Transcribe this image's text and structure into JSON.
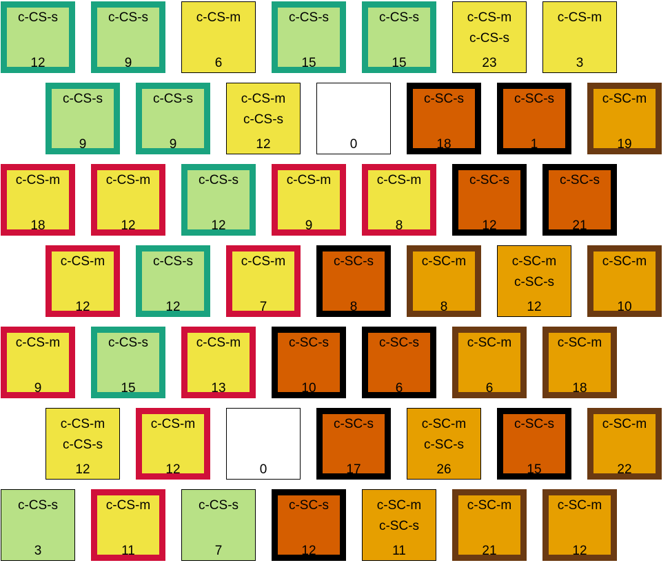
{
  "colors": {
    "fill": {
      "csS": "#b8e186",
      "csM": "#f0e442",
      "scS": "#d55e00",
      "scM": "#e69f00",
      "empty": "#ffffff"
    },
    "border": {
      "green": "#1aa37f",
      "red": "#d0103a",
      "black": "#000000",
      "brown": "#6b3a12",
      "thin": "#000000"
    }
  },
  "rows": [
    {
      "cells": [
        {
          "lines": [
            "c-CS-s"
          ],
          "value": "12",
          "fill": "csS",
          "border": "green"
        },
        {
          "lines": [
            "c-CS-s"
          ],
          "value": "9",
          "fill": "csS",
          "border": "green"
        },
        {
          "lines": [
            "c-CS-m"
          ],
          "value": "6",
          "fill": "csM",
          "border": "thin"
        },
        {
          "lines": [
            "c-CS-s"
          ],
          "value": "15",
          "fill": "csS",
          "border": "green"
        },
        {
          "lines": [
            "c-CS-s"
          ],
          "value": "15",
          "fill": "csS",
          "border": "green"
        },
        {
          "lines": [
            "c-CS-m",
            "c-CS-s"
          ],
          "value": "23",
          "fill": "csM",
          "border": "thin"
        },
        {
          "lines": [
            "c-CS-m"
          ],
          "value": "3",
          "fill": "csM",
          "border": "thin"
        }
      ]
    },
    {
      "cells": [
        {
          "lines": [
            "c-CS-s"
          ],
          "value": "9",
          "fill": "csS",
          "border": "green"
        },
        {
          "lines": [
            "c-CS-s"
          ],
          "value": "9",
          "fill": "csS",
          "border": "green"
        },
        {
          "lines": [
            "c-CS-m",
            "c-CS-s"
          ],
          "value": "12",
          "fill": "csM",
          "border": "thin"
        },
        {
          "lines": [],
          "value": "0",
          "fill": "empty",
          "border": "thin"
        },
        {
          "lines": [
            "c-SC-s"
          ],
          "value": "18",
          "fill": "scS",
          "border": "black"
        },
        {
          "lines": [
            "c-SC-s"
          ],
          "value": "1",
          "fill": "scS",
          "border": "black"
        },
        {
          "lines": [
            "c-SC-m"
          ],
          "value": "19",
          "fill": "scM",
          "border": "brown"
        }
      ]
    },
    {
      "cells": [
        {
          "lines": [
            "c-CS-m"
          ],
          "value": "18",
          "fill": "csM",
          "border": "red"
        },
        {
          "lines": [
            "c-CS-m"
          ],
          "value": "12",
          "fill": "csM",
          "border": "red"
        },
        {
          "lines": [
            "c-CS-s"
          ],
          "value": "12",
          "fill": "csS",
          "border": "green"
        },
        {
          "lines": [
            "c-CS-m"
          ],
          "value": "9",
          "fill": "csM",
          "border": "red"
        },
        {
          "lines": [
            "c-CS-m"
          ],
          "value": "8",
          "fill": "csM",
          "border": "red"
        },
        {
          "lines": [
            "c-SC-s"
          ],
          "value": "12",
          "fill": "scS",
          "border": "black"
        },
        {
          "lines": [
            "c-SC-s"
          ],
          "value": "21",
          "fill": "scS",
          "border": "black"
        }
      ]
    },
    {
      "cells": [
        {
          "lines": [
            "c-CS-m"
          ],
          "value": "12",
          "fill": "csM",
          "border": "red"
        },
        {
          "lines": [
            "c-CS-s"
          ],
          "value": "12",
          "fill": "csS",
          "border": "green"
        },
        {
          "lines": [
            "c-CS-m"
          ],
          "value": "7",
          "fill": "csM",
          "border": "red"
        },
        {
          "lines": [
            "c-SC-s"
          ],
          "value": "8",
          "fill": "scS",
          "border": "black"
        },
        {
          "lines": [
            "c-SC-m"
          ],
          "value": "8",
          "fill": "scM",
          "border": "brown"
        },
        {
          "lines": [
            "c-SC-m",
            "c-SC-s"
          ],
          "value": "12",
          "fill": "scM",
          "border": "thin"
        },
        {
          "lines": [
            "c-SC-m"
          ],
          "value": "10",
          "fill": "scM",
          "border": "brown"
        }
      ]
    },
    {
      "cells": [
        {
          "lines": [
            "c-CS-m"
          ],
          "value": "9",
          "fill": "csM",
          "border": "red"
        },
        {
          "lines": [
            "c-CS-s"
          ],
          "value": "15",
          "fill": "csS",
          "border": "green"
        },
        {
          "lines": [
            "c-CS-m"
          ],
          "value": "13",
          "fill": "csM",
          "border": "red"
        },
        {
          "lines": [
            "c-SC-s"
          ],
          "value": "10",
          "fill": "scS",
          "border": "black"
        },
        {
          "lines": [
            "c-SC-s"
          ],
          "value": "6",
          "fill": "scS",
          "border": "black"
        },
        {
          "lines": [
            "c-SC-m"
          ],
          "value": "6",
          "fill": "scM",
          "border": "brown"
        },
        {
          "lines": [
            "c-SC-m"
          ],
          "value": "18",
          "fill": "scM",
          "border": "brown"
        }
      ]
    },
    {
      "cells": [
        {
          "lines": [
            "c-CS-m",
            "c-CS-s"
          ],
          "value": "12",
          "fill": "csM",
          "border": "thin"
        },
        {
          "lines": [
            "c-CS-m"
          ],
          "value": "12",
          "fill": "csM",
          "border": "red"
        },
        {
          "lines": [],
          "value": "0",
          "fill": "empty",
          "border": "thin"
        },
        {
          "lines": [
            "c-SC-s"
          ],
          "value": "17",
          "fill": "scS",
          "border": "black"
        },
        {
          "lines": [
            "c-SC-m",
            "c-SC-s"
          ],
          "value": "26",
          "fill": "scM",
          "border": "thin"
        },
        {
          "lines": [
            "c-SC-s"
          ],
          "value": "15",
          "fill": "scS",
          "border": "black"
        },
        {
          "lines": [
            "c-SC-m"
          ],
          "value": "22",
          "fill": "scM",
          "border": "brown"
        }
      ]
    },
    {
      "cells": [
        {
          "lines": [
            "c-CS-s"
          ],
          "value": "3",
          "fill": "csS",
          "border": "thin"
        },
        {
          "lines": [
            "c-CS-m"
          ],
          "value": "11",
          "fill": "csM",
          "border": "red"
        },
        {
          "lines": [
            "c-CS-s"
          ],
          "value": "7",
          "fill": "csS",
          "border": "thin"
        },
        {
          "lines": [
            "c-SC-s"
          ],
          "value": "12",
          "fill": "scS",
          "border": "black"
        },
        {
          "lines": [
            "c-SC-m",
            "c-SC-s"
          ],
          "value": "11",
          "fill": "scM",
          "border": "thin"
        },
        {
          "lines": [
            "c-SC-m"
          ],
          "value": "21",
          "fill": "scM",
          "border": "brown"
        },
        {
          "lines": [
            "c-SC-m"
          ],
          "value": "12",
          "fill": "scM",
          "border": "brown"
        }
      ]
    }
  ]
}
